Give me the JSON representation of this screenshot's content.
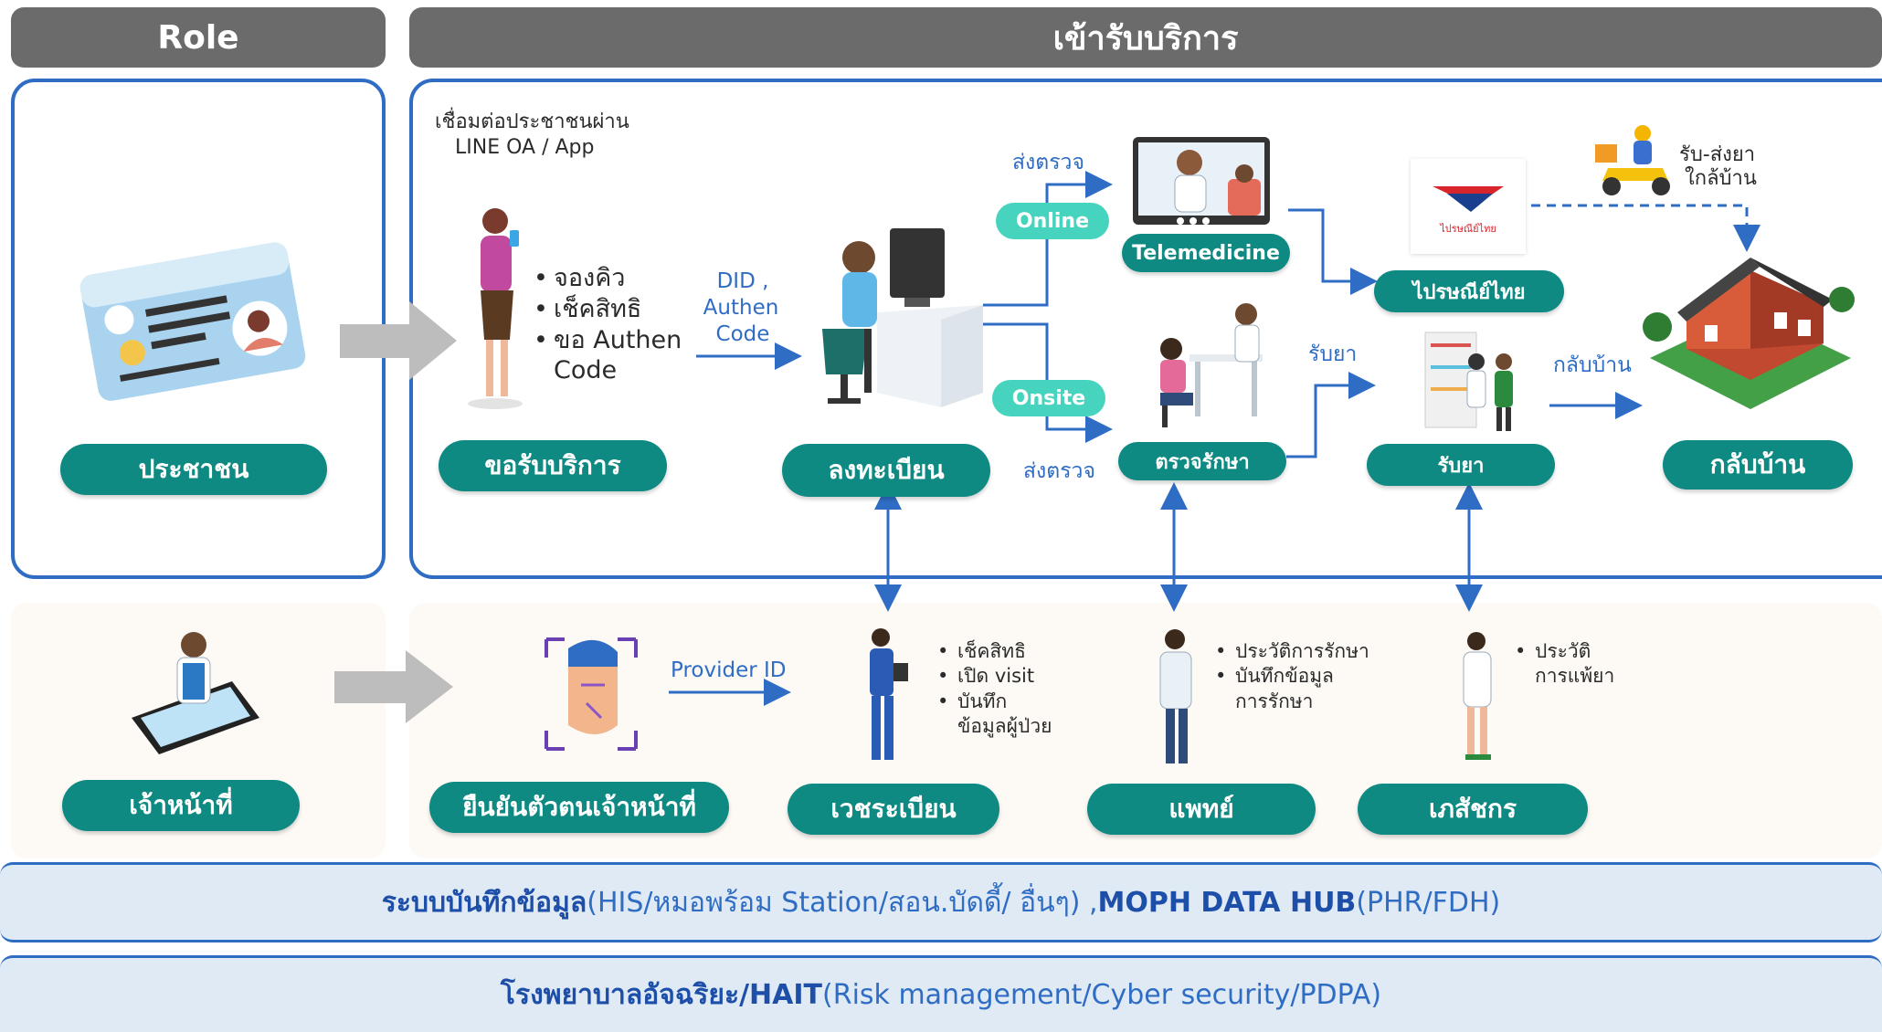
{
  "headers": {
    "role": "Role",
    "service": "เข้ารับบริการ"
  },
  "citizen": {
    "role_label": "ประชาชน",
    "connect_text_1": "เชื่อมต่อประชาชนผ่าน",
    "connect_text_2": "LINE OA / App",
    "request_bullets": [
      "จองคิว",
      "เช็คสิทธิ",
      "ขอ Authen",
      "Code"
    ],
    "did_label_1": "DID ,",
    "did_label_2": "Authen",
    "did_label_3": "Code",
    "request_label": "ขอรับบริการ",
    "register_label": "ลงทะเบียน",
    "send_exam_top": "ส่งตรวจ",
    "send_exam_bottom": "ส่งตรวจ",
    "online_tag": "Online",
    "onsite_tag": "Onsite",
    "telemedicine_label": "Telemedicine",
    "exam_label": "ตรวจรักษา",
    "receive_med_arrow_label": "รับยา",
    "post_label": "ไปรษณีย์ไทย",
    "post_logo_text": "ไปรษณีย์ไทย",
    "delivery_text_1": "รับ-ส่งยา",
    "delivery_text_2": "ใกล้บ้าน",
    "receive_med_label": "รับยา",
    "go_home_arrow_label": "กลับบ้าน",
    "home_label": "กลับบ้าน"
  },
  "staff": {
    "role_label": "เจ้าหน้าที่",
    "verify_label": "ยืนยันตัวตนเจ้าหน้าที่",
    "provider_id_label": "Provider ID",
    "records_label": "เวชระเบียน",
    "records_bullets": [
      "เช็คสิทธิ",
      "เปิด visit",
      "บันทึก",
      "ข้อมูลผู้ป่วย"
    ],
    "doctor_label": "แพทย์",
    "doctor_bullets": [
      "ประวัติการรักษา",
      "บันทึกข้อมูล",
      "การรักษา"
    ],
    "pharmacist_label": "เภสัชกร",
    "pharmacist_bullets": [
      "ประวัติ",
      "การแพ้ยา"
    ]
  },
  "bands": {
    "band1_bold_1": "ระบบบันทึกข้อมูล",
    "band1_text_1": " (HIS/หมอพร้อม Station/สอน.บัดดี้/ อื่นๆ) ,",
    "band1_bold_2": "MOPH DATA HUB",
    "band1_text_2": " (PHR/FDH)",
    "band2_bold": "โรงพยาบาลอัจฉริยะ/HAIT",
    "band2_text": " (Risk management/Cyber security/PDPA)"
  },
  "colors": {
    "teal": "#0e8a82",
    "light_teal": "#47d4be",
    "blue": "#2f6dc4",
    "header_gray": "#6b6b6b",
    "band_bg": "#dfeaf5"
  }
}
